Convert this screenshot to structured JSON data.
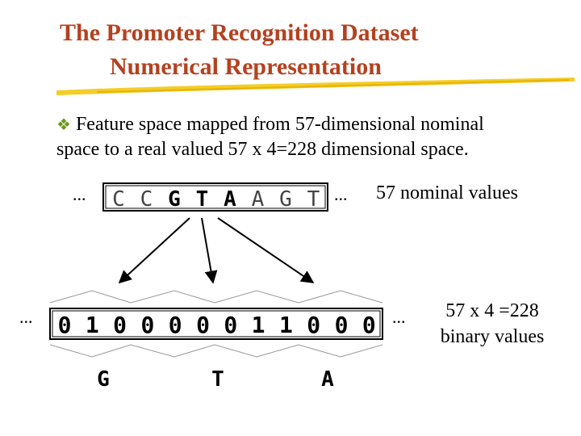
{
  "slide": {
    "title_line1": "The Promoter Recognition Dataset",
    "title_line2": "Numerical Representation",
    "bullet_icon": "diamond-bullet-icon",
    "bullet_text_line1": "Feature space mapped from 57-dimensional nominal",
    "bullet_text_line2": "space to a real valued 57 x 4=228 dimensional space."
  },
  "diagram": {
    "ellipsis": "...",
    "nominal_sequence": [
      "C",
      "C",
      "G",
      "T",
      "A",
      "A",
      "G",
      "T"
    ],
    "bold_nominal": [
      false,
      false,
      true,
      true,
      true,
      false,
      false,
      false
    ],
    "nominal_label": "57 nominal values",
    "binary_sequence": [
      "0",
      "1",
      "0",
      "0",
      "0",
      "0",
      "0",
      "1",
      "1",
      "0",
      "0",
      "0"
    ],
    "binary_label_line1": "57 x 4 =228",
    "binary_label_line2": "binary values",
    "group_labels": [
      "G",
      "T",
      "A"
    ]
  },
  "colors": {
    "title": "#b5411f",
    "underline": "#f2c400",
    "bullet": "#6a9a1f"
  }
}
